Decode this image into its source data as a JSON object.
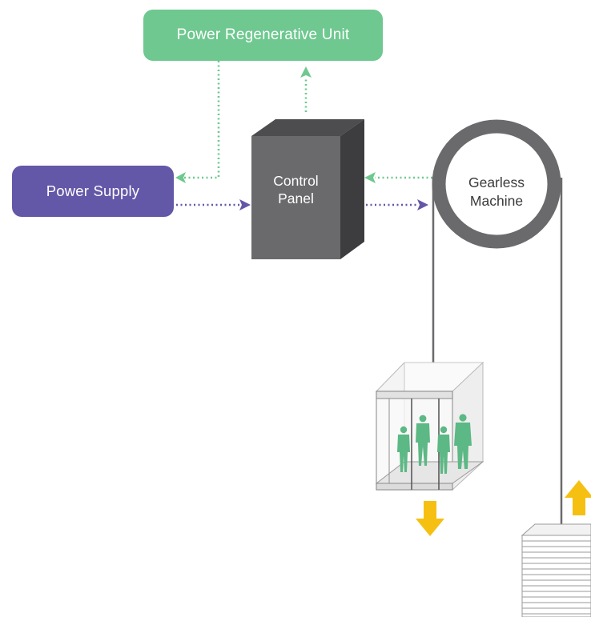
{
  "title": "",
  "nodes": {
    "power_regenerative_unit": "Power Regenerative Unit",
    "power_supply": "Power Supply",
    "control_panel_line1": "Control",
    "control_panel_line2": "Panel",
    "gearless_machine_line1": "Gearless",
    "gearless_machine_line2": "Machine"
  },
  "colors": {
    "regen": "#6ec88f",
    "supply": "#6357a8",
    "panel_front": "#6a6a6c",
    "panel_top": "#4d4d4f",
    "panel_side": "#3d3d3f",
    "green_arrow": "#6ec88f",
    "purple_arrow": "#6357a8",
    "sheave": "#6a6a6c",
    "motion_arrow": "#f6c012",
    "people": "#5cb884"
  },
  "icons": {
    "elevator_car": "elevator-car-icon",
    "passengers": "people-icon",
    "counterweight": "counterweight-icon",
    "down_arrow": "arrow-down-icon",
    "up_arrow": "arrow-up-icon"
  }
}
